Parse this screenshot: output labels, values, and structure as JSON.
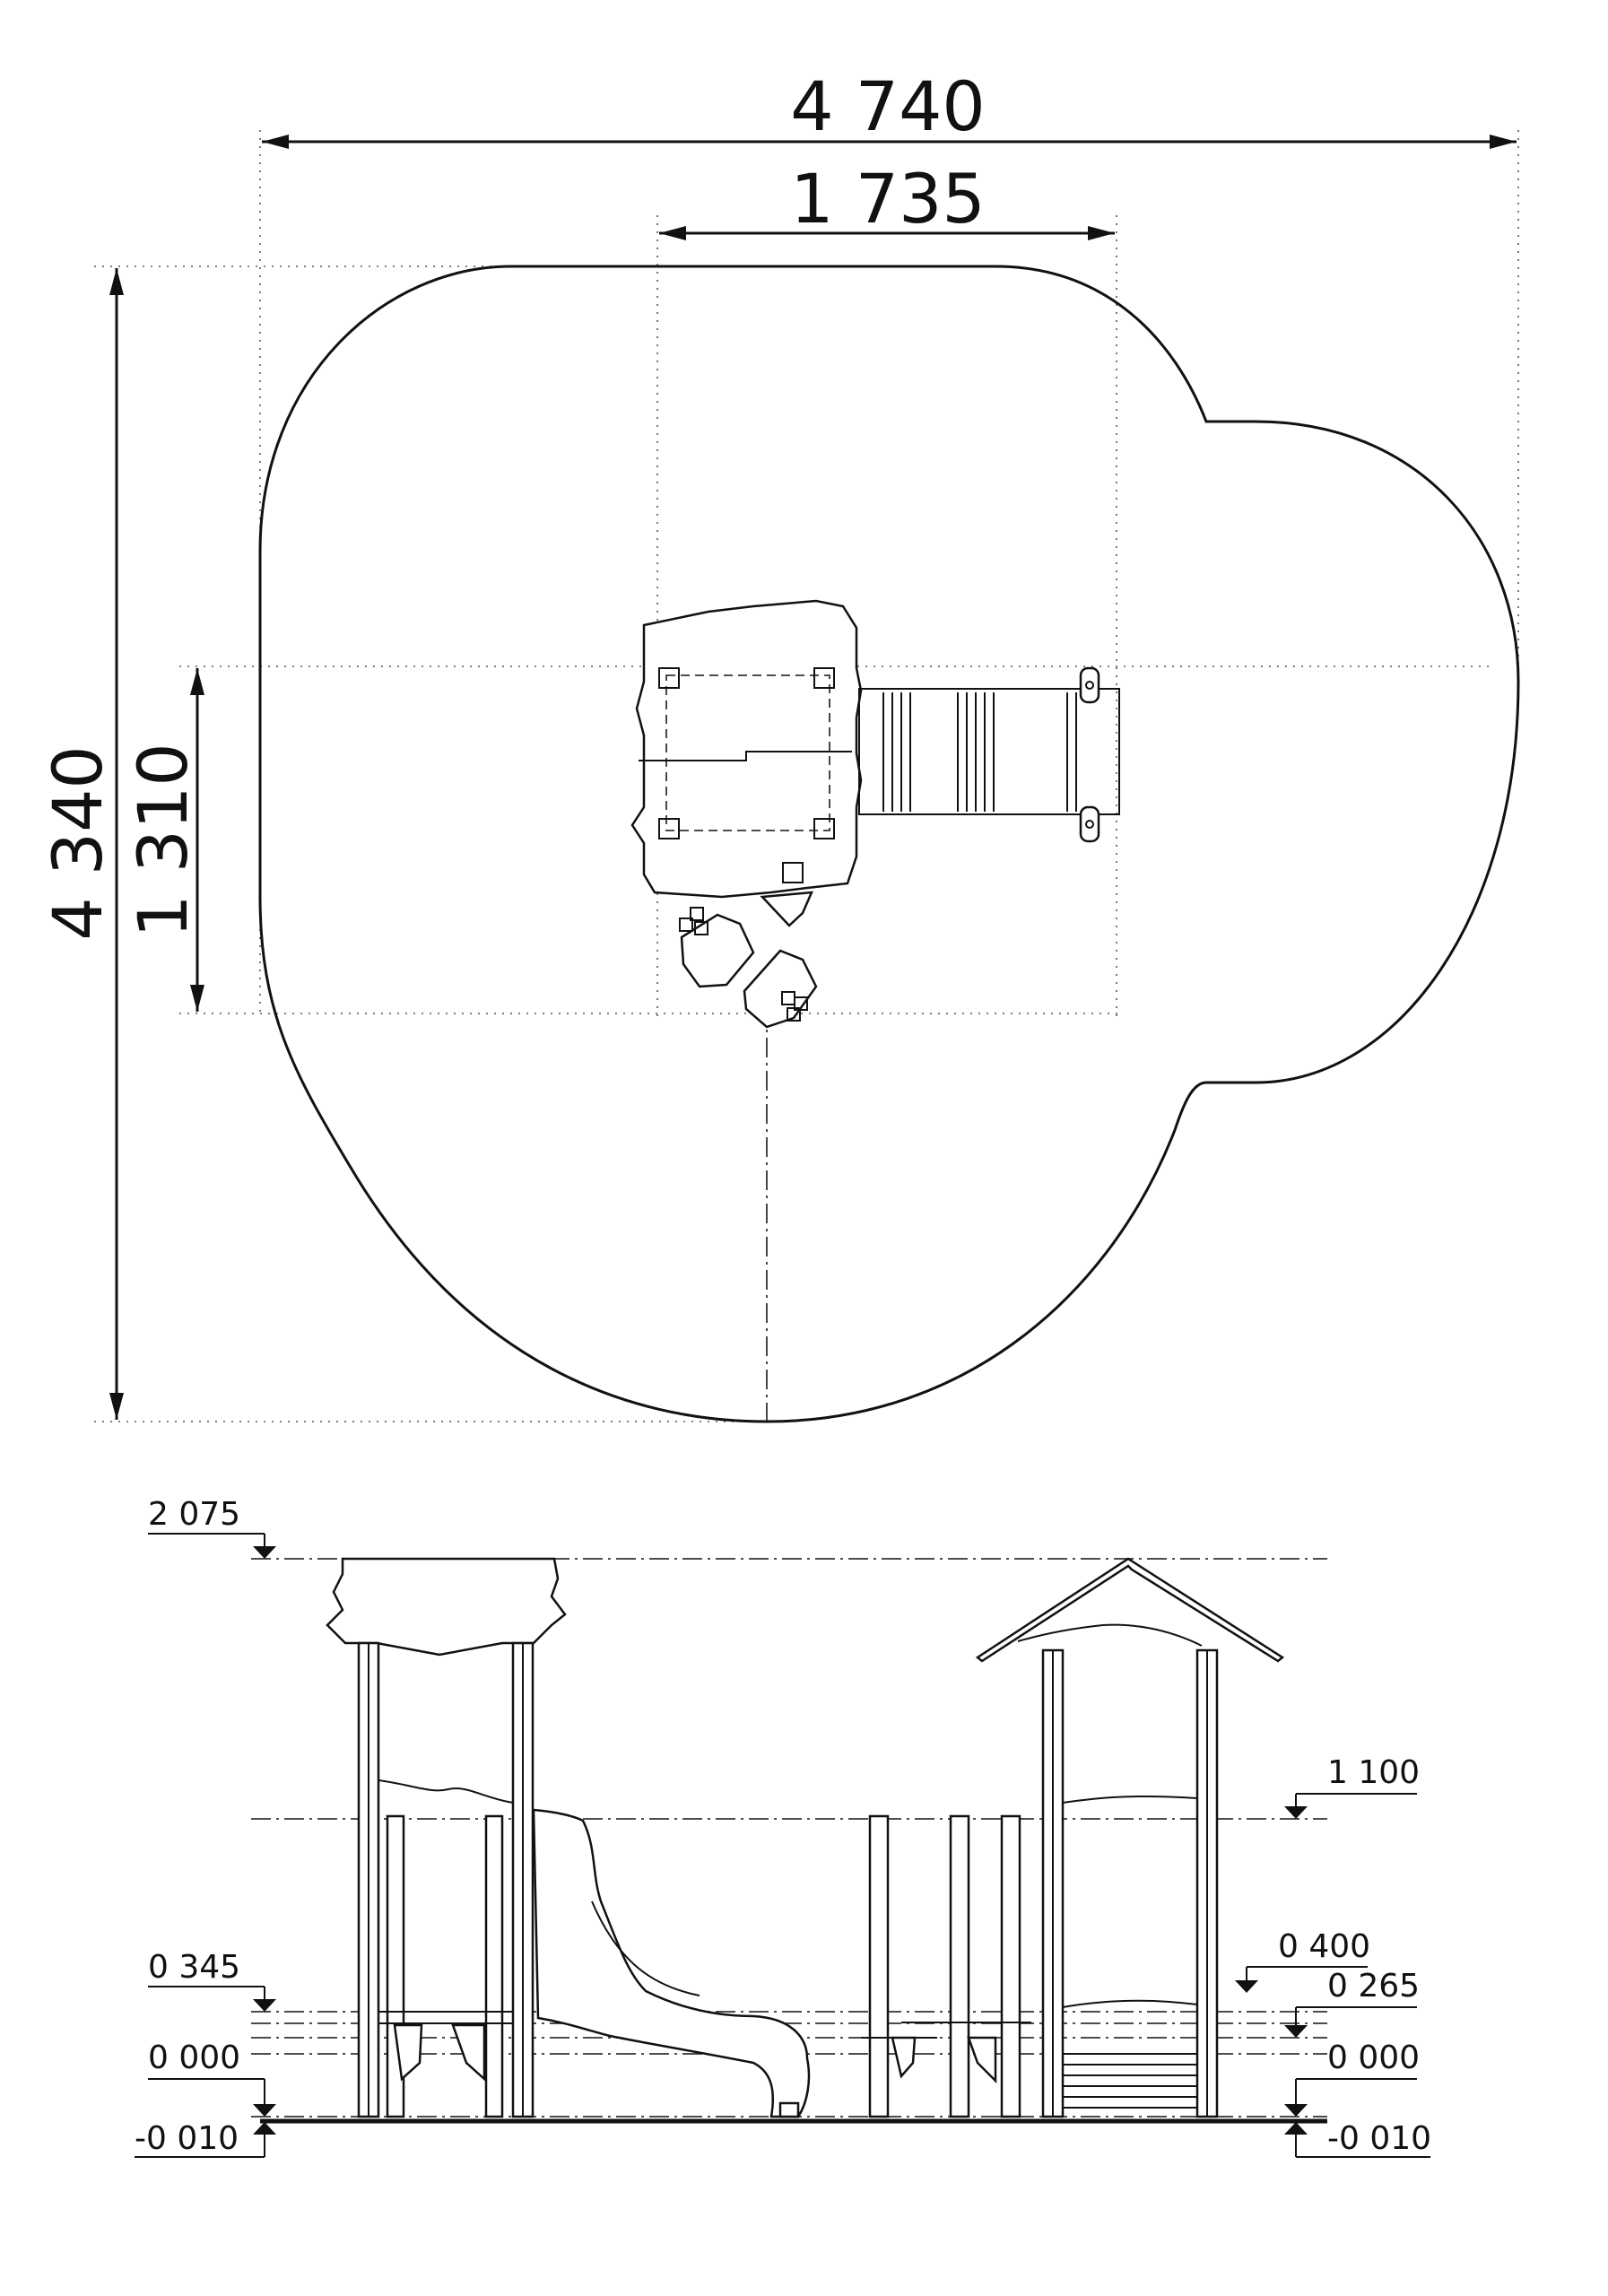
{
  "plan": {
    "overall_width_label": "4 740",
    "inner_width_label": "1 735",
    "overall_depth_label": "4 340",
    "inner_depth_label": "1 310"
  },
  "elevation": {
    "levels_left": [
      {
        "key": "top",
        "label": "2 075"
      },
      {
        "key": "mid",
        "label": "0 345"
      },
      {
        "key": "zero",
        "label": "0 000"
      },
      {
        "key": "neg",
        "label": "-0 010"
      }
    ],
    "levels_right": [
      {
        "key": "platform",
        "label": "1 100"
      },
      {
        "key": "step1",
        "label": "0 400"
      },
      {
        "key": "step2",
        "label": "0 265"
      },
      {
        "key": "zero",
        "label": "0 000"
      },
      {
        "key": "neg",
        "label": "-0 010"
      }
    ]
  }
}
